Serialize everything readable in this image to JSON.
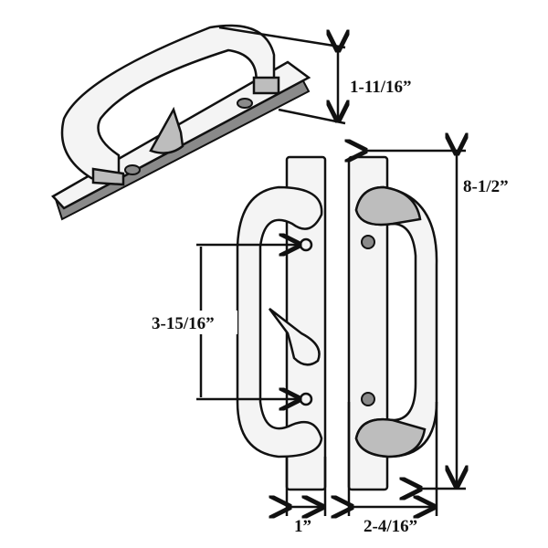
{
  "dimensions": {
    "handle_height": "1-11/16”",
    "overall_length": "8-1/2”",
    "screw_spacing": "3-15/16”",
    "plate_width": "1”",
    "handle_projection": "2-4/16”"
  },
  "colors": {
    "line": "#111111",
    "fill_light": "#f4f4f4",
    "fill_shade": "#bdbdbd"
  }
}
